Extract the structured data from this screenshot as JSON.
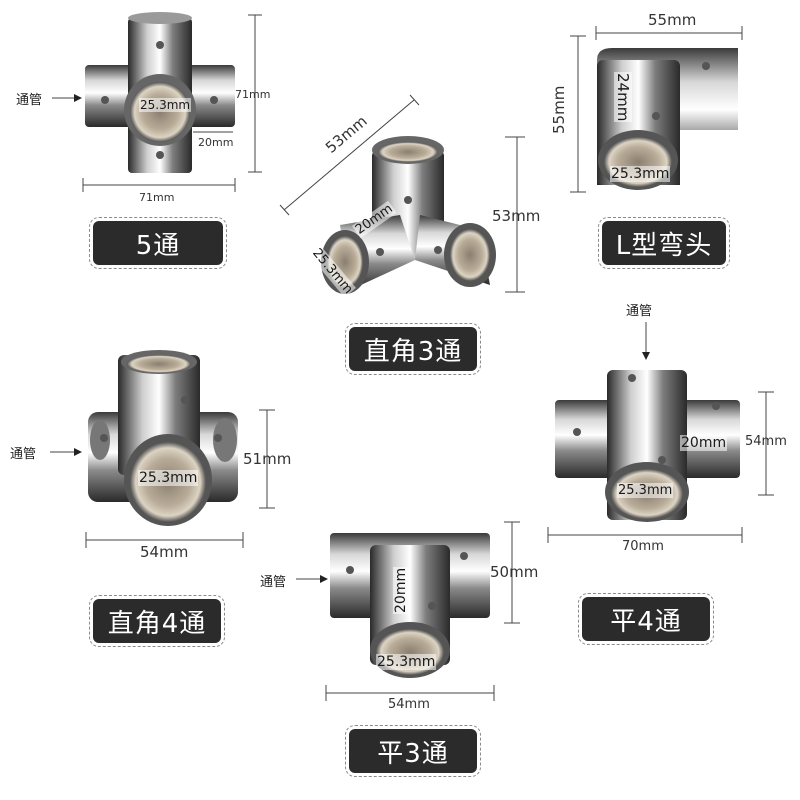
{
  "products": {
    "five_way": {
      "name": "5通",
      "pipe_label": "通管",
      "inner_diameter": "25.3mm",
      "arm": "20mm",
      "height": "71mm",
      "width": "71mm"
    },
    "corner_3way": {
      "name": "直角3通",
      "diag": "53mm",
      "height": "53mm",
      "arm": "20mm",
      "inner_diameter": "25.3mm"
    },
    "l_elbow": {
      "name": "L型弯头",
      "width": "55mm",
      "height": "55mm",
      "arm": "24mm",
      "inner_diameter": "25.3mm"
    },
    "corner_4way": {
      "name": "直角4通",
      "pipe_label": "通管",
      "inner_diameter": "25.3mm",
      "height": "51mm",
      "width": "54mm"
    },
    "flat_4way": {
      "name": "平4通",
      "pipe_label": "通管",
      "arm": "20mm",
      "height": "54mm",
      "inner_diameter": "25.3mm",
      "width": "70mm"
    },
    "flat_3way": {
      "name": "平3通",
      "pipe_label": "通管",
      "arm": "20mm",
      "height": "50mm",
      "inner_diameter": "25.3mm",
      "width": "54mm"
    }
  }
}
